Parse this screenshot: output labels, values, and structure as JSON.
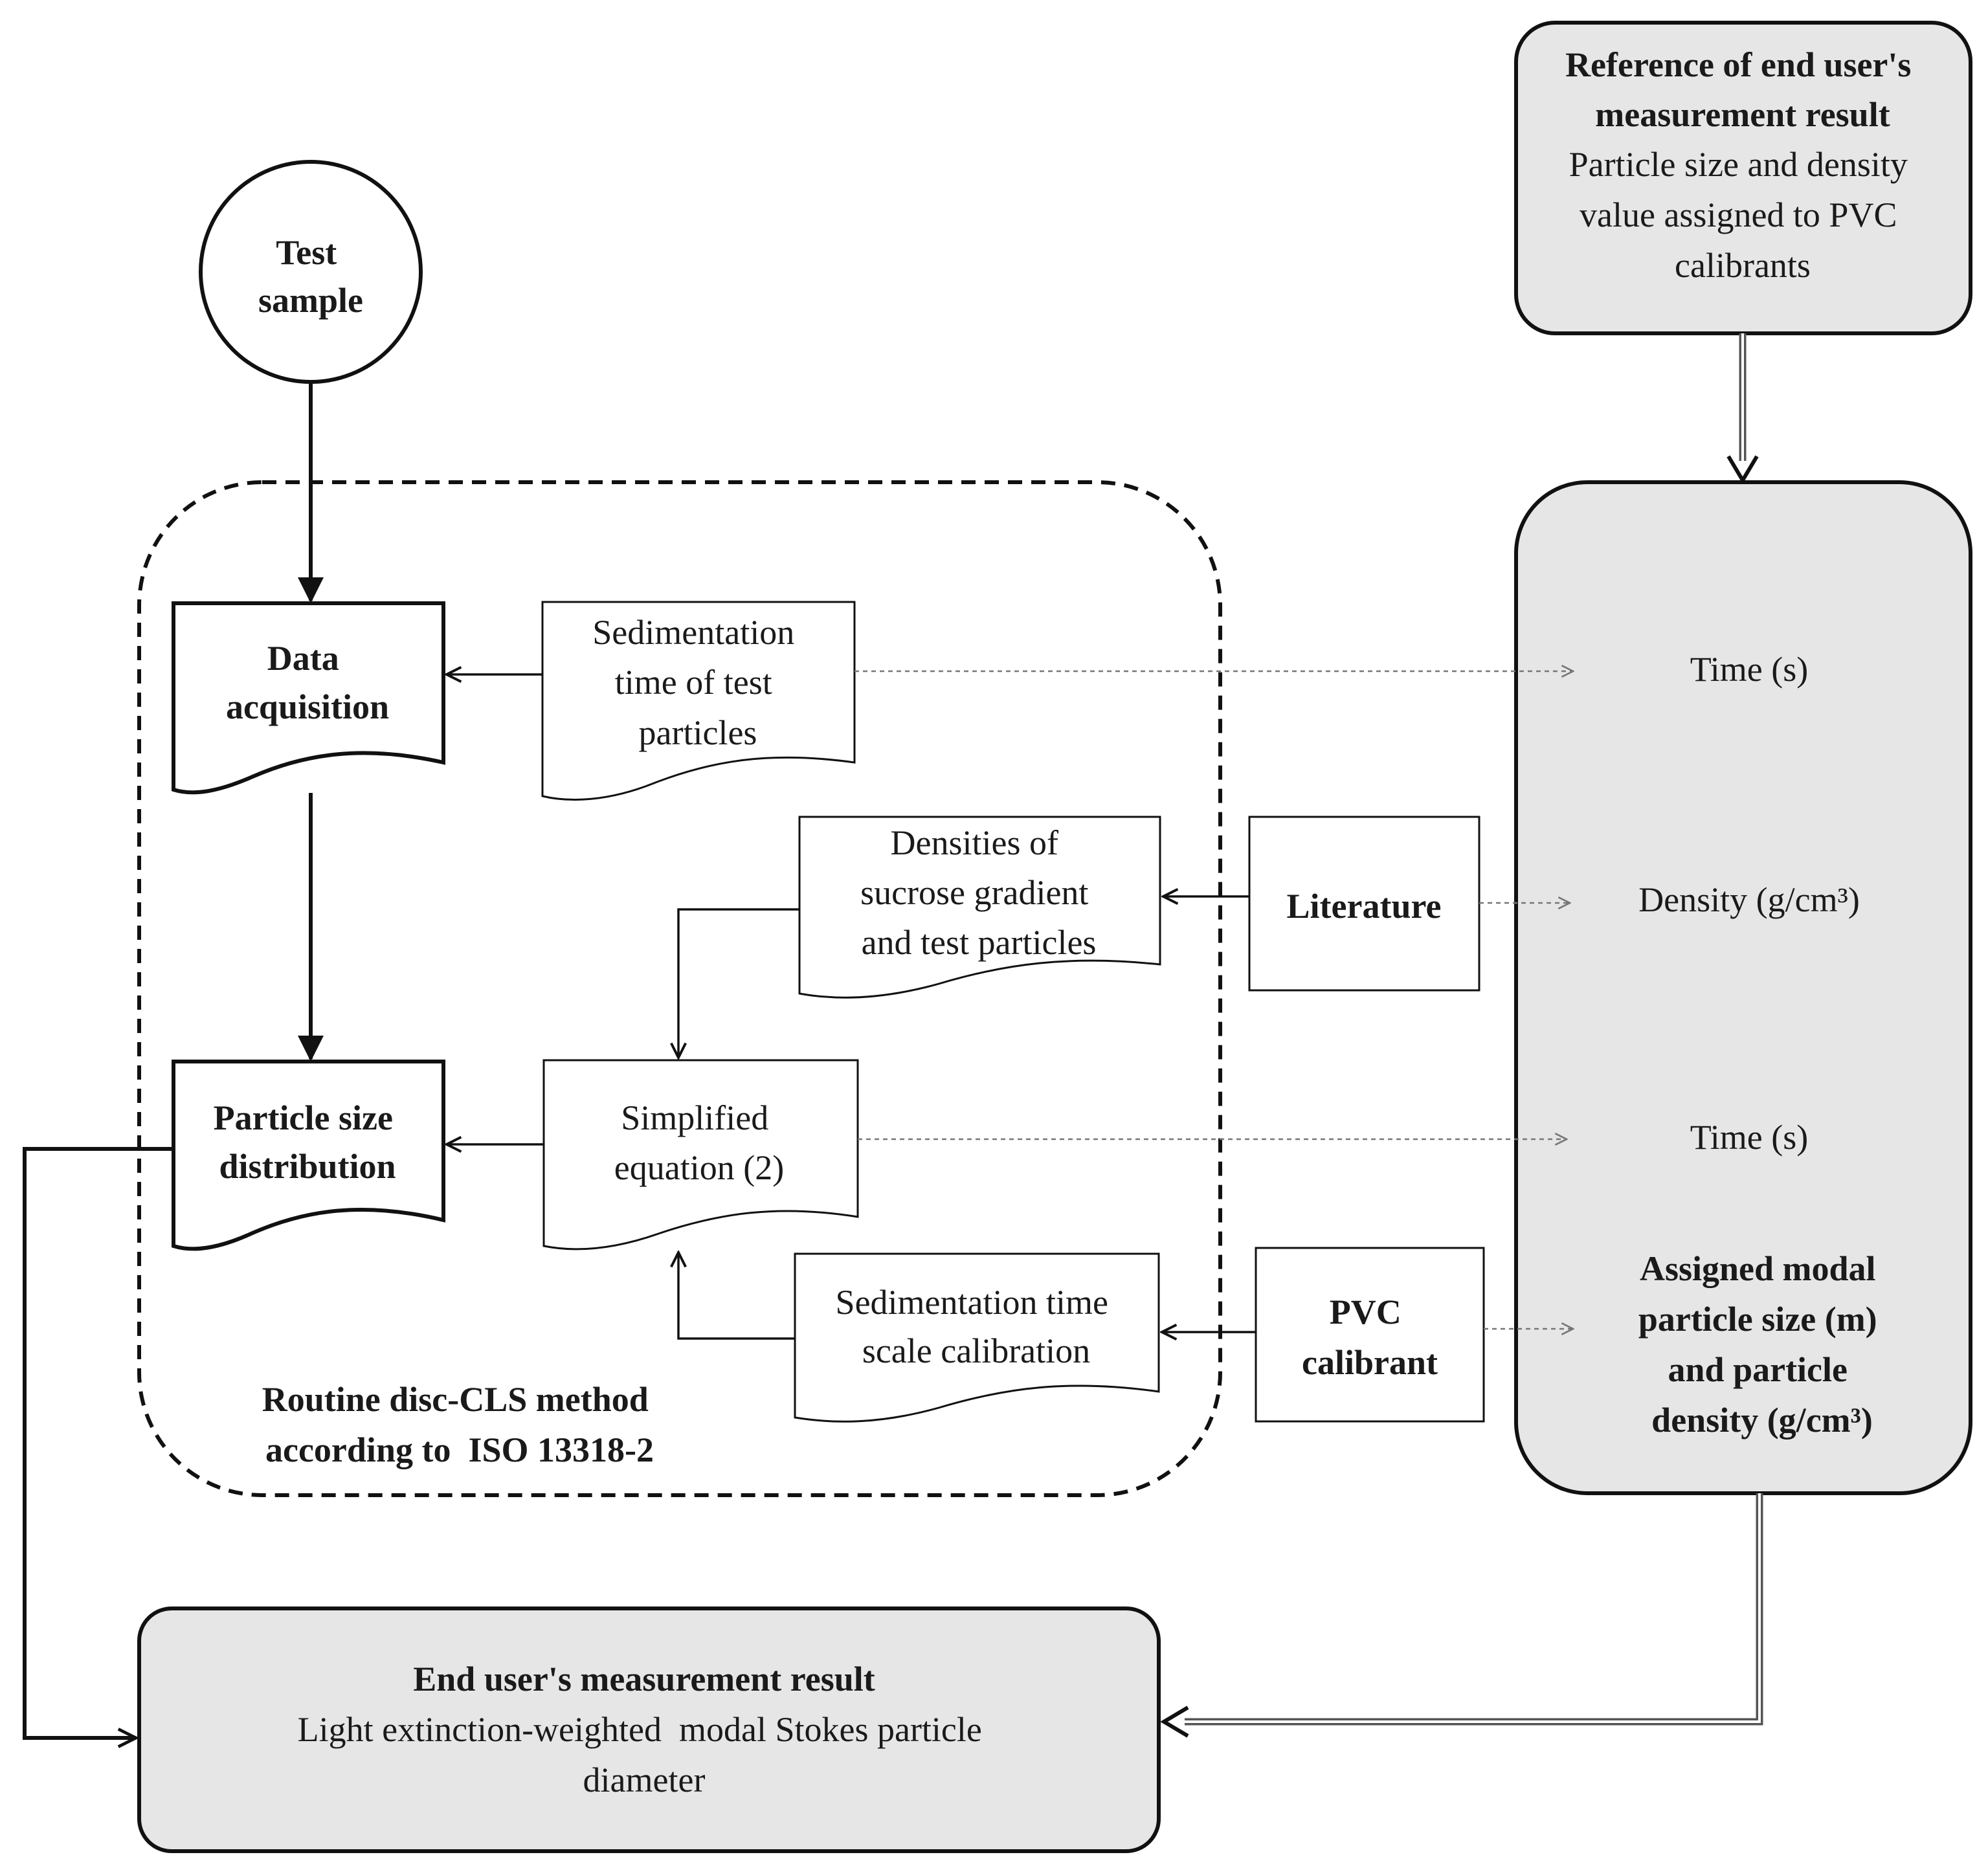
{
  "nodes": {
    "test_sample": [
      "Test",
      "sample"
    ],
    "data_acquisition": [
      "Data",
      "acquisition"
    ],
    "particle_size_distribution": [
      "Particle size",
      "distribution"
    ],
    "sedimentation_time": [
      "Sedimentation",
      "time of test",
      "particles"
    ],
    "densities": [
      "Densities of",
      "sucrose gradient",
      "and test particles"
    ],
    "simplified_equation": [
      "Simplified",
      "equation (2)"
    ],
    "calibration": [
      "Sedimentation time",
      "scale calibration"
    ],
    "literature": [
      "Literature"
    ],
    "pvc_calibrant": [
      "PVC",
      "calibrant"
    ],
    "routine_method": [
      "Routine disc-CLS method",
      "according to  ISO 13318-2"
    ],
    "reference": {
      "title": [
        "Reference of end user's",
        "measurement result"
      ],
      "body": [
        "Particle size and density",
        "value assigned to PVC",
        "calibrants"
      ]
    },
    "traceability": {
      "time_1": "Time (s)",
      "density": "Density (g/cm³)",
      "time_2": "Time (s)",
      "assigned": [
        "Assigned modal",
        "particle size (m)",
        "and particle",
        "density (g/cm³)"
      ]
    },
    "end_result": {
      "title": "End user's measurement result",
      "body": [
        "Light extinction-weighted  modal Stokes particle",
        "diameter"
      ]
    }
  }
}
